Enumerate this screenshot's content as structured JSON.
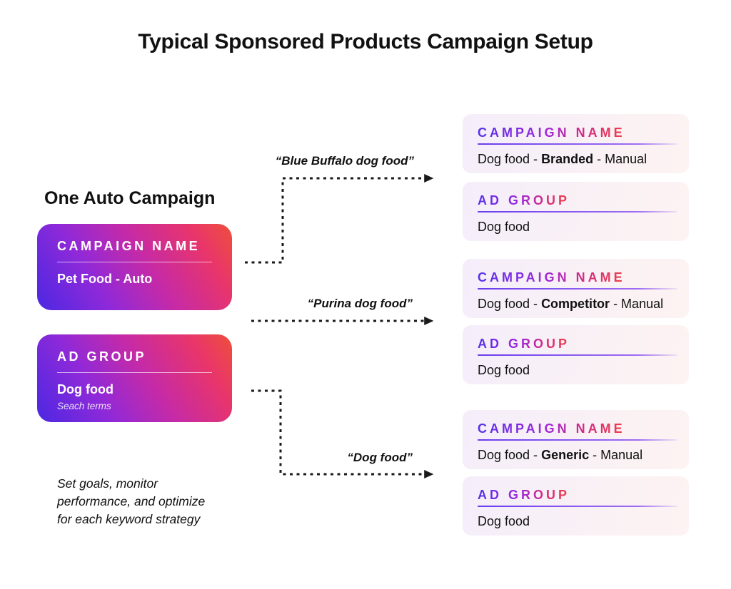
{
  "title": "Typical Sponsored Products Campaign Setup",
  "left_section": {
    "heading": "One Auto Campaign",
    "campaign_card": {
      "label": "CAMPAIGN NAME",
      "value": "Pet Food - Auto"
    },
    "ad_group_card": {
      "label": "AD GROUP",
      "value": "Dog food",
      "sub_label": "Seach terms"
    },
    "note_lines": [
      "Set goals, monitor",
      "performance, and optimize",
      "for each keyword strategy"
    ]
  },
  "keywords": [
    {
      "label": "“Blue Buffalo dog food”"
    },
    {
      "label": "“Purina dog food”"
    },
    {
      "label": "“Dog food”"
    }
  ],
  "right_groups": [
    {
      "campaign": {
        "label": "CAMPAIGN NAME",
        "value_prefix": "Dog food - ",
        "value_bold": "Branded",
        "value_suffix": " - Manual"
      },
      "ad_group": {
        "label": "AD GROUP",
        "value": "Dog food"
      }
    },
    {
      "campaign": {
        "label": "CAMPAIGN NAME",
        "value_prefix": "Dog food - ",
        "value_bold": "Competitor",
        "value_suffix": " - Manual"
      },
      "ad_group": {
        "label": "AD GROUP",
        "value": "Dog food"
      }
    },
    {
      "campaign": {
        "label": "CAMPAIGN NAME",
        "value_prefix": "Dog food - ",
        "value_bold": "Generic",
        "value_suffix": " - Manual"
      },
      "ad_group": {
        "label": "AD GROUP",
        "value": "Dog food"
      }
    }
  ],
  "colors": {
    "left_card_gradient_start": "#4b28e2",
    "left_card_gradient_mid": "#c62aa6",
    "left_card_gradient_end": "#ef4f3c",
    "right_card_bg_start": "#f5eefa",
    "right_card_bg_end": "#fdf3f2",
    "heading_gradient_start": "#5633e8",
    "heading_gradient_end": "#ee4146",
    "underline_purple": "#6a3ded",
    "arrow_color": "#1a1a1a",
    "text_color": "#111111"
  }
}
